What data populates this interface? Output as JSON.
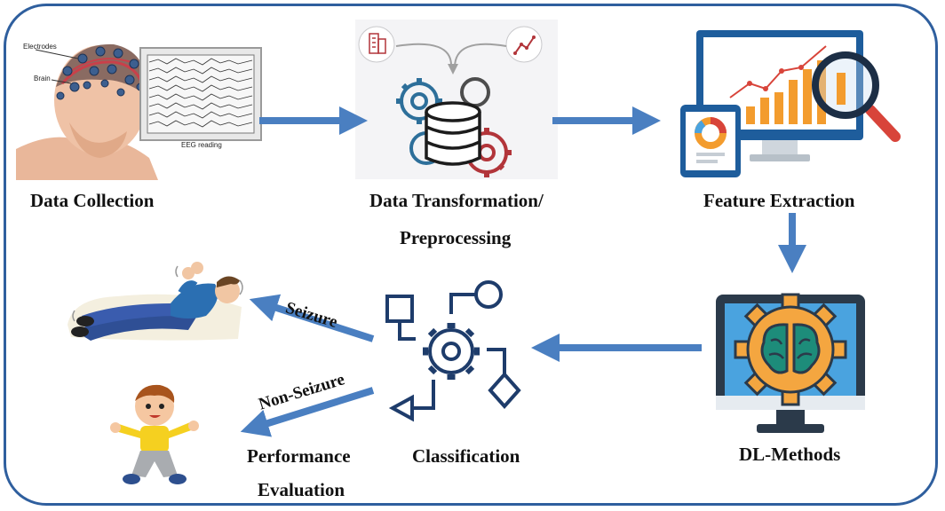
{
  "stages": {
    "data_collection": "Data Collection",
    "transformation_line1": "Data Transformation/",
    "transformation_line2": "Preprocessing",
    "feature_extraction": "Feature Extraction",
    "dl_methods": "DL-Methods",
    "classification": "Classification",
    "performance_line1": "Performance",
    "performance_line2": "Evaluation"
  },
  "eeg_labels": {
    "electrodes": "Electrodes",
    "brain": "Brain",
    "eeg_reading": "EEG reading"
  },
  "outcomes": {
    "seizure": "Seizure",
    "non_seizure": "Non-Seizure"
  },
  "colors": {
    "frame": "#2f5f9e",
    "arrow": "#4a7fc1",
    "gear_orange": "#f4a640",
    "screen_blue": "#4aa3df",
    "dark": "#2b3a4a"
  }
}
